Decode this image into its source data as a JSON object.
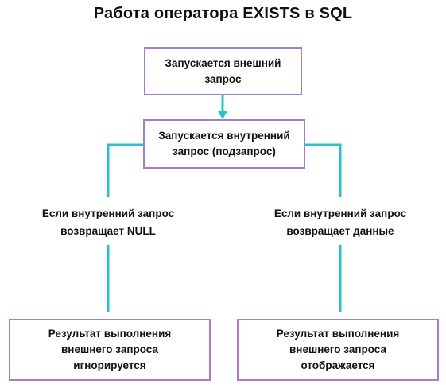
{
  "title": "Работа оператора EXISTS в SQL",
  "nodes": {
    "outer_query": {
      "line1": "Запускается внешний",
      "line2": "запрос"
    },
    "inner_query": {
      "line1": "Запускается внутренний",
      "line2": "запрос (подзапрос)"
    },
    "result_ignored": {
      "line1": "Результат выполнения",
      "line2": "внешнего запроса",
      "line3": "игнорируется"
    },
    "result_shown": {
      "line1": "Результат выполнения",
      "line2": "внешнего запроса",
      "line3": "отображается"
    }
  },
  "branches": {
    "left": {
      "line1": "Если внутренний запрос",
      "line2": "возвращает NULL"
    },
    "right": {
      "line1": "Если внутренний запрос",
      "line2": "возвращает данные"
    }
  },
  "colors": {
    "box_border": "#a97cc4",
    "connector": "#2bbfd0"
  }
}
